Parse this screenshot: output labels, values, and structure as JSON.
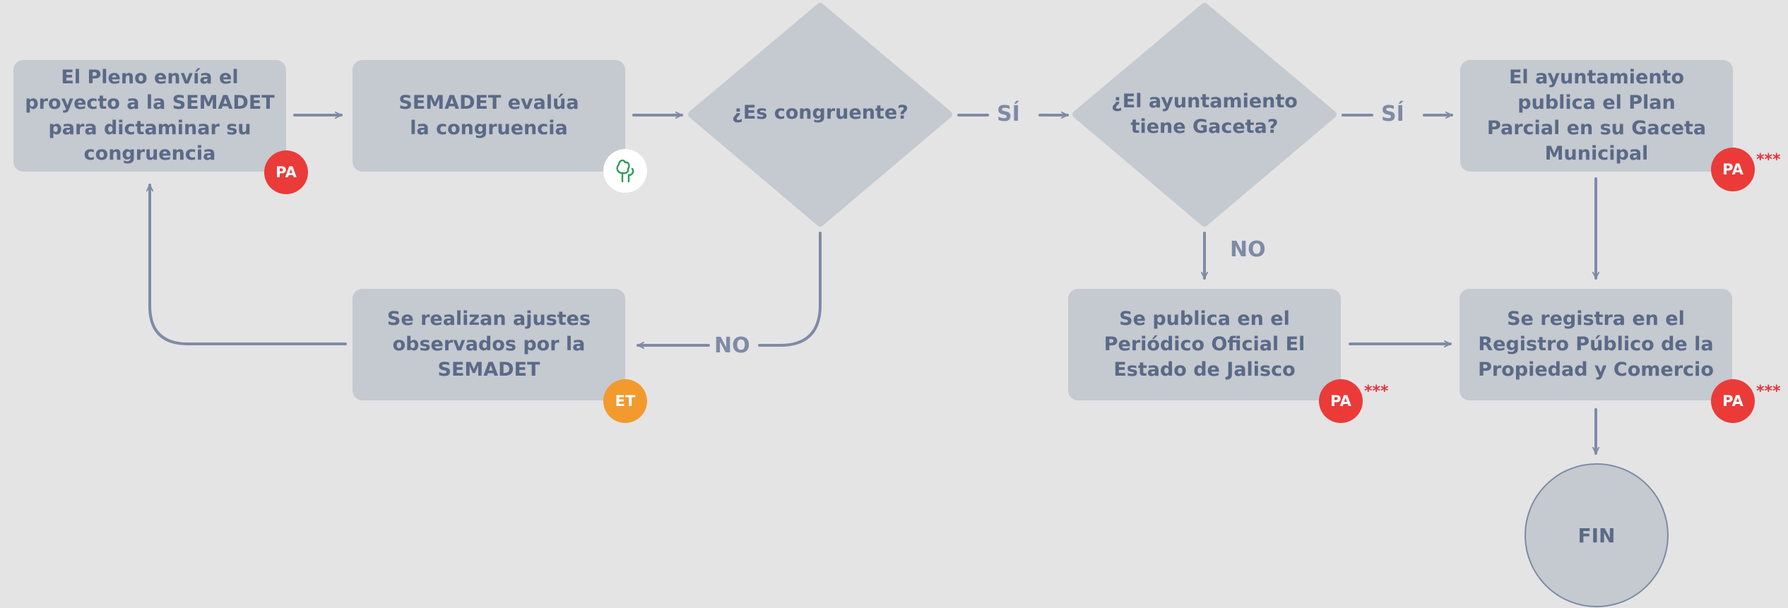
{
  "colors": {
    "background": "#e4e4e5",
    "node_fill": "#c5c9d0",
    "node_text": "#5a6a87",
    "connector": "#7f8ba5",
    "badge_pa": "#ea3b39",
    "badge_et": "#f29a2e",
    "badge_icon_bg": "#ffffff",
    "tree_icon": "#2e9b57",
    "stars": "#e2343a"
  },
  "nodes": {
    "pleno": {
      "text": "El Pleno envía el\nproyecto a la SEMADET\npara dictaminar su\ncongruencia",
      "badge": "PA"
    },
    "semadet_evalua": {
      "text": "SEMADET evalúa\nla congruencia",
      "badge_icon": "tree-icon"
    },
    "es_congruente": {
      "text": "¿Es congruente?"
    },
    "ajustes": {
      "text": "Se realizan ajustes\nobservados por la\nSEMADET",
      "badge": "ET"
    },
    "tiene_gaceta": {
      "text": "¿El ayuntamiento\ntiene Gaceta?"
    },
    "publica_gaceta": {
      "text": "El ayuntamiento\npublica el Plan\nParcial en su Gaceta\nMunicipal",
      "badge": "PA",
      "stars": "***"
    },
    "periodico": {
      "text": "Se publica en el\nPeriódico Oficial El\nEstado de Jalisco",
      "badge": "PA",
      "stars": "***"
    },
    "registro": {
      "text": "Se registra en el\nRegistro Público de la\nPropiedad y Comercio",
      "badge": "PA",
      "stars": "***"
    },
    "fin": {
      "text": "FIN"
    }
  },
  "edge_labels": {
    "si_1": "SÍ",
    "si_2": "SÍ",
    "no_1": "NO",
    "no_2": "NO"
  }
}
